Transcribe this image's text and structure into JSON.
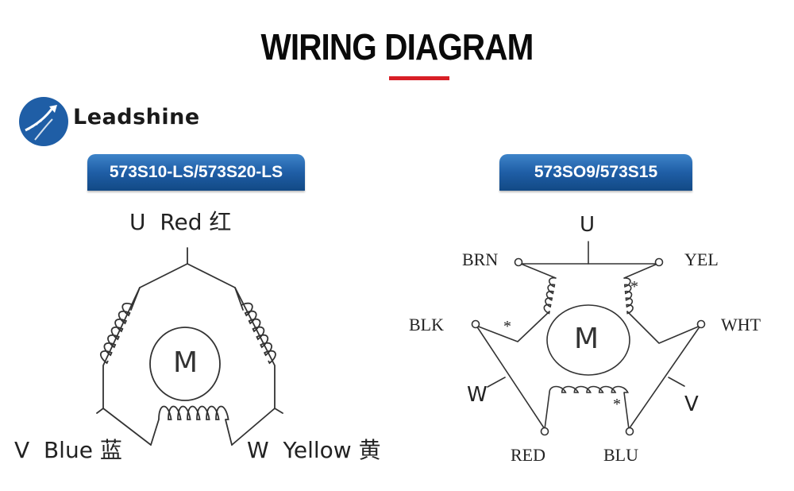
{
  "header": {
    "title": "WIRING DIAGRAM",
    "accent_color": "#d81f26"
  },
  "brand": {
    "name": "Leadshine",
    "logo_color": "#1f5ea6"
  },
  "left_diagram": {
    "model": "573S10-LS/573S20-LS",
    "motor_label": "M",
    "terminals": {
      "u": "U",
      "u_color": "Red",
      "u_cn": "红",
      "v": "V",
      "v_color": "Blue",
      "v_cn": "蓝",
      "w": "W",
      "w_color": "Yellow",
      "w_cn": "黄"
    }
  },
  "right_diagram": {
    "model": "573SO9/573S15",
    "motor_label": "M",
    "phases": {
      "u": "U",
      "v": "V",
      "w": "W"
    },
    "wires": {
      "brn": "BRN",
      "yel": "YEL",
      "blk": "BLK",
      "wht": "WHT",
      "red": "RED",
      "blu": "BLU"
    },
    "polarity_mark": "*"
  }
}
